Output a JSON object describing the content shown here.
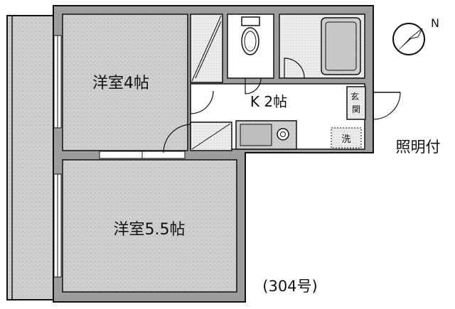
{
  "rooms": {
    "western_room_a": "洋室4帖",
    "western_room_b": "洋室5.5帖",
    "kitchen": "K 2帖"
  },
  "fixtures": {
    "entrance": "玄関",
    "laundry": "洗"
  },
  "notes": {
    "lighting": "照明付",
    "unit_number": "(304号)"
  },
  "compass": {
    "north_label": "N"
  }
}
